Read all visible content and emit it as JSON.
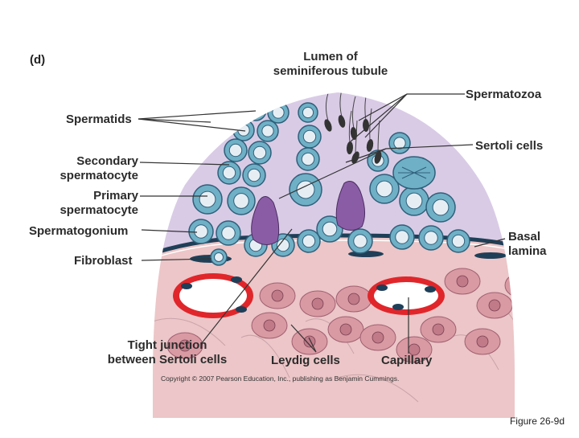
{
  "panel_letter": "(d)",
  "labels": {
    "lumen": [
      "Lumen of",
      "seminiferous tubule"
    ],
    "spermatozoa": "Spermatozoa",
    "spermatids": "Spermatids",
    "sertoli": "Sertoli cells",
    "secondary": [
      "Secondary",
      "spermatocyte"
    ],
    "primary": [
      "Primary",
      "spermatocyte"
    ],
    "spermatogonium": "Spermatogonium",
    "basal": [
      "Basal",
      "lamina"
    ],
    "fibroblast": "Fibroblast",
    "tight": [
      "Tight junction",
      "between Sertoli cells"
    ],
    "leydig": "Leydig cells",
    "capillary": "Capillary"
  },
  "copyright": "Copyright © 2007 Pearson Education, Inc., publishing as Benjamin Cummings.",
  "figure_number": "Figure 26-9d",
  "colors": {
    "lumen_fill": "#d9cbe6",
    "cell_fill": "#6fb0c6",
    "cell_stroke": "#2f5f7a",
    "nucleus": "#e6eef4",
    "basal": "#1f3f58",
    "tissue": "#ecc6c8",
    "leydig": "#d99aa3",
    "capillary": "#e0262a",
    "leader": "#333333",
    "sertoli_nucleus": "#8b5ca6"
  }
}
